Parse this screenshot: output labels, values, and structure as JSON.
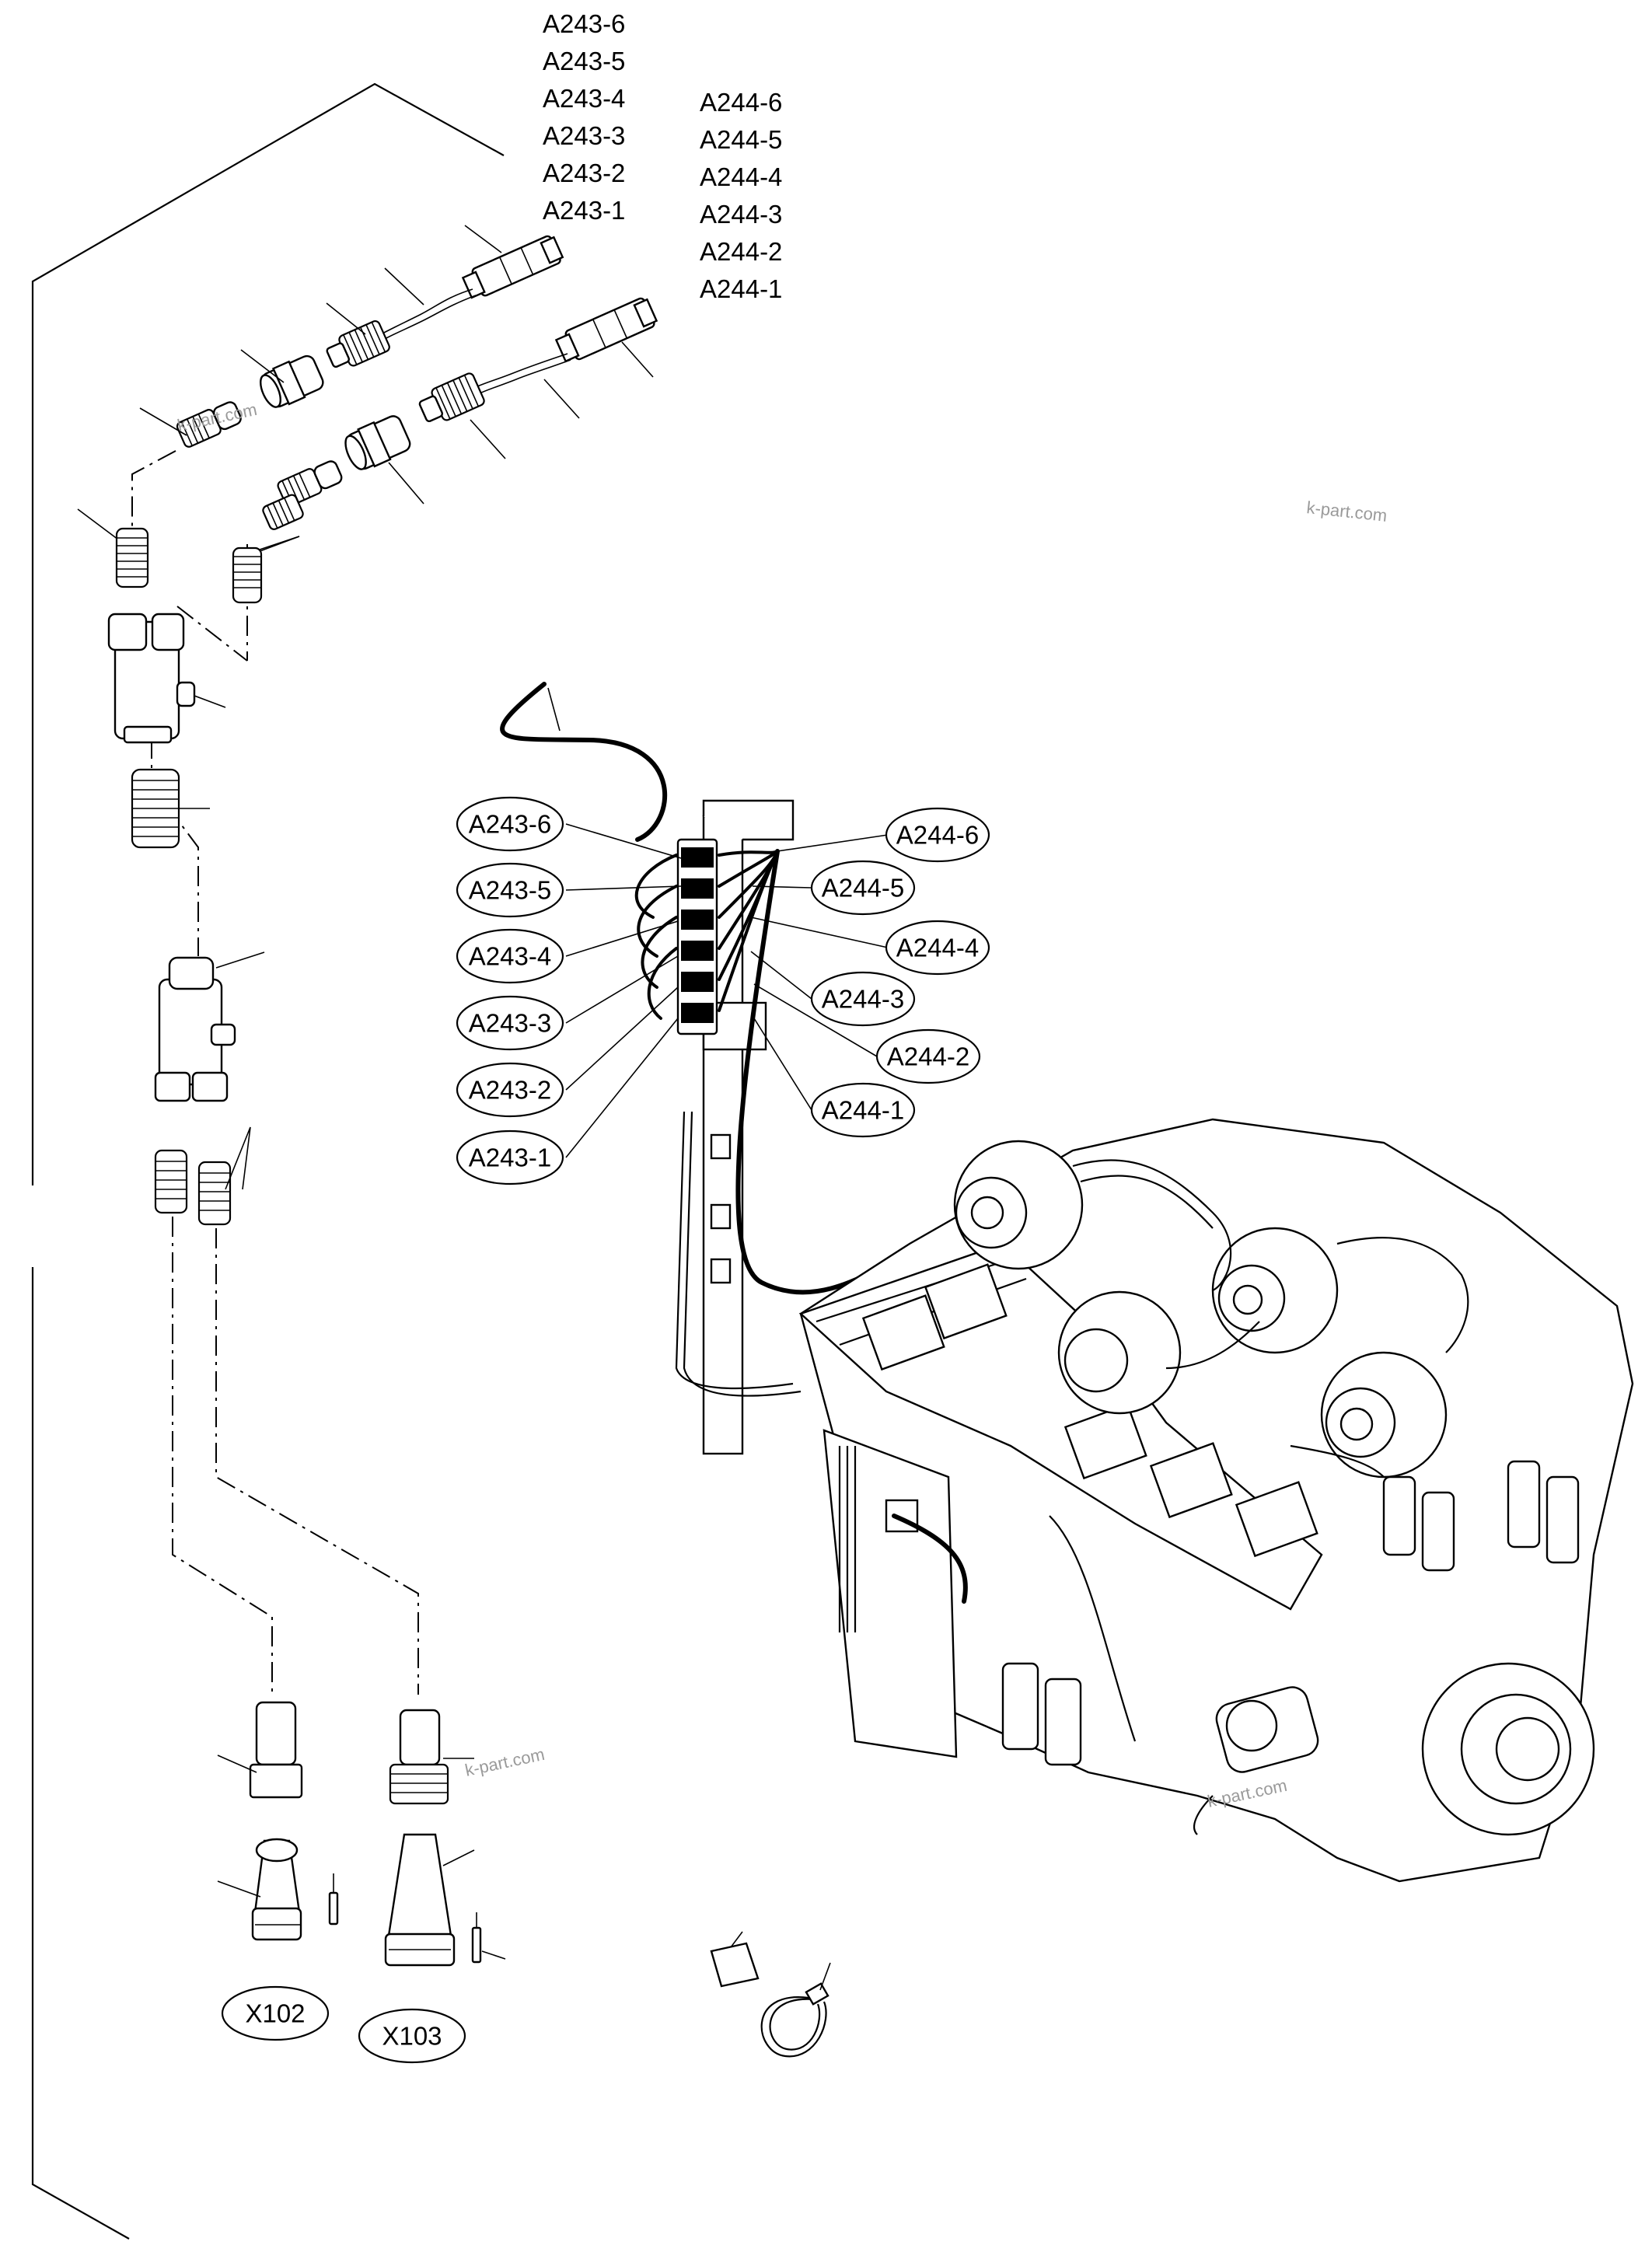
{
  "top_labels_a243": [
    "A243-6",
    "A243-5",
    "A243-4",
    "A243-3",
    "A243-2",
    "A243-1"
  ],
  "top_labels_a244": [
    "A244-6",
    "A244-5",
    "A244-4",
    "A244-3",
    "A244-2",
    "A244-1"
  ],
  "callouts_left": [
    "A243-6",
    "A243-5",
    "A243-4",
    "A243-3",
    "A243-2",
    "A243-1"
  ],
  "callouts_right": [
    "A244-6",
    "A244-5",
    "A244-4",
    "A244-3",
    "A244-2",
    "A244-1"
  ],
  "connectors": [
    "X102",
    "X103"
  ],
  "watermarks": [
    "k-part.com",
    "k-part.com",
    "k-part.com",
    "k-part.com"
  ]
}
